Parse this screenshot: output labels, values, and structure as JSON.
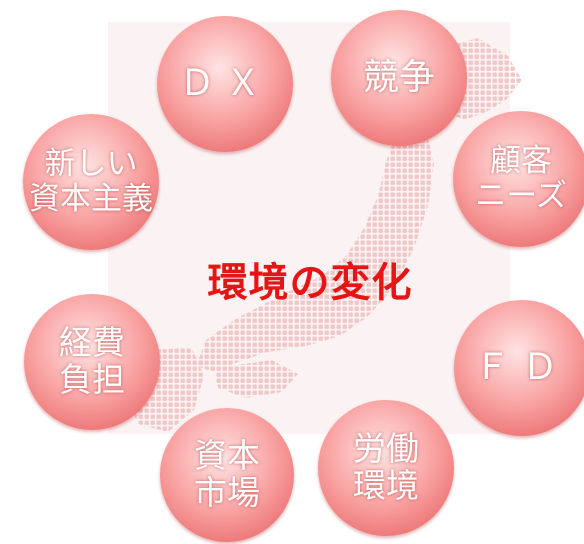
{
  "center": {
    "title": "環境の変化"
  },
  "factors": {
    "dx": {
      "line1": "ＤＸ"
    },
    "kyoso": {
      "line1": "競争"
    },
    "shin": {
      "line1": "新しい",
      "line2": "資本主義"
    },
    "kokyaku": {
      "line1": "顧客",
      "line2": "ニーズ"
    },
    "keihi": {
      "line1": "経費",
      "line2": "負担"
    },
    "fd": {
      "line1": "ＦＤ"
    },
    "shihon": {
      "line1": "資本",
      "line2": "市場"
    },
    "rodo": {
      "line1": "労働",
      "line2": "環境"
    }
  },
  "colors": {
    "title": "#e61414",
    "bubble_light": "#ffe3e3",
    "bubble_dark": "#e35d5d",
    "map": "#f2c9c9"
  }
}
